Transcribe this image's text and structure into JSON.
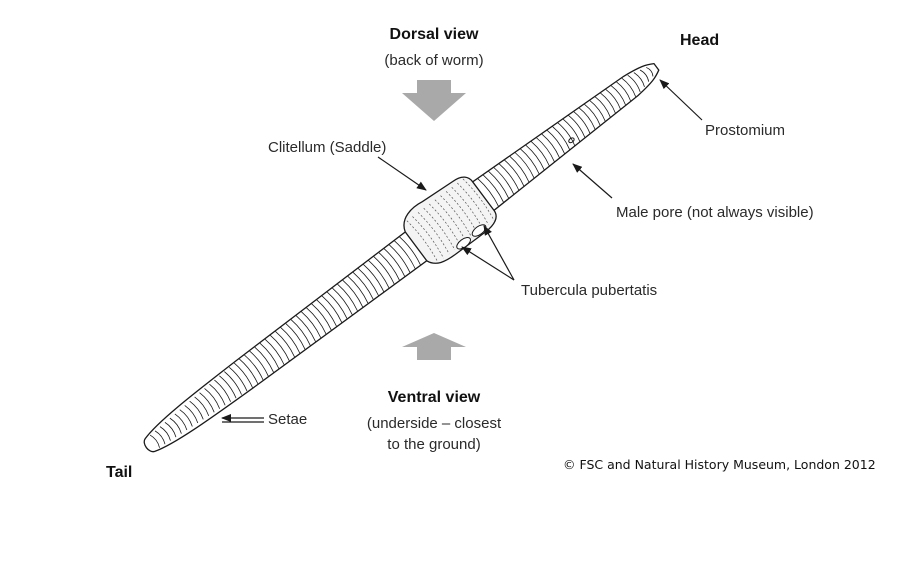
{
  "title_dorsal": "Dorsal view",
  "subtitle_dorsal": "(back of worm)",
  "title_ventral": "Ventral view",
  "subtitle_ventral_1": "(underside – closest",
  "subtitle_ventral_2": "to the ground)",
  "label_head": "Head",
  "label_tail": "Tail",
  "label_prostomium": "Prostomium",
  "label_clitellum": "Clitellum (Saddle)",
  "label_male_pore": "Male pore (not always visible)",
  "label_tubercula": "Tubercula pubertatis",
  "label_setae": "Setae",
  "copyright": "© FSC and Natural History Museum, London 2012",
  "colors": {
    "arrow_fill": "#a9a9a9",
    "line": "#1a1a1a",
    "worm_fill": "#ffffff"
  },
  "icons": {
    "dorsal_arrow": "arrow-down-icon",
    "ventral_arrow": "arrow-up-icon"
  }
}
